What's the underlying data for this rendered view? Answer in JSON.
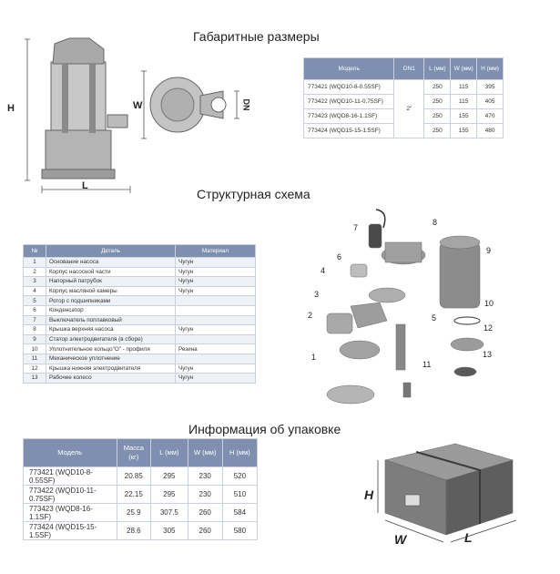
{
  "titles": {
    "dimensions": "Габаритные размеры",
    "structure": "Структурная схема",
    "packaging": "Информация об упаковке"
  },
  "dimension_labels": {
    "h": "H",
    "l": "L",
    "w": "W",
    "dn": "DN"
  },
  "spec_table": {
    "headers": [
      "Модель",
      "DN1",
      "L (мм)",
      "W (мм)",
      "H (мм)"
    ],
    "dn1": "2\"",
    "rows": [
      {
        "model": "773421 (WQD10-8-0.55SF)",
        "l": "250",
        "w": "115",
        "h": "395"
      },
      {
        "model": "773422 (WQD10-11-0.75SF)",
        "l": "250",
        "w": "115",
        "h": "405"
      },
      {
        "model": "773423 (WQD8-16-1.1SF)",
        "l": "250",
        "w": "155",
        "h": "470"
      },
      {
        "model": "773424 (WQD15-15-1.5SF)",
        "l": "250",
        "w": "155",
        "h": "480"
      }
    ]
  },
  "parts_table": {
    "headers": [
      "№",
      "Деталь",
      "Материал"
    ],
    "rows": [
      {
        "n": "1",
        "part": "Основание насоса",
        "mat": "Чугун"
      },
      {
        "n": "2",
        "part": "Корпус насосной части",
        "mat": "Чугун"
      },
      {
        "n": "3",
        "part": "Напорный патрубок",
        "mat": "Чугун"
      },
      {
        "n": "4",
        "part": "Корпус масляной камеры",
        "mat": "Чугун"
      },
      {
        "n": "5",
        "part": "Ротор с подшипниками",
        "mat": ""
      },
      {
        "n": "6",
        "part": "Конденсатор",
        "mat": ""
      },
      {
        "n": "7",
        "part": "Выключатель поплавковый",
        "mat": ""
      },
      {
        "n": "8",
        "part": "Крышка верхняя насоса",
        "mat": "Чугун"
      },
      {
        "n": "9",
        "part": "Статор электродвигателя (в сборе)",
        "mat": ""
      },
      {
        "n": "10",
        "part": "Уплотнительное кольцо\"О\" - профиля",
        "mat": "Резина"
      },
      {
        "n": "11",
        "part": "Механическое уплотнение",
        "mat": ""
      },
      {
        "n": "12",
        "part": "Крышка нижняя электродвигателя",
        "mat": "Чугун"
      },
      {
        "n": "13",
        "part": "Рабочее колесо",
        "mat": "Чугун"
      }
    ]
  },
  "diagram_numbers": [
    "1",
    "2",
    "3",
    "4",
    "5",
    "6",
    "7",
    "8",
    "9",
    "10",
    "11",
    "12",
    "13"
  ],
  "pack_table": {
    "headers": [
      "Модель",
      "Масса (кг)",
      "L (мм)",
      "W (мм)",
      "H (мм)"
    ],
    "rows": [
      {
        "model": "773421 (WQD10-8-0.55SF)",
        "mass": "20.85",
        "l": "295",
        "w": "230",
        "h": "520"
      },
      {
        "model": "773422 (WQD10-11-0.75SF)",
        "mass": "22.15",
        "l": "295",
        "w": "230",
        "h": "510"
      },
      {
        "model": "773423 (WQD8-16-1.1SF)",
        "mass": "25.9",
        "l": "307.5",
        "w": "260",
        "h": "584"
      },
      {
        "model": "773424 (WQD15-15-1.5SF)",
        "mass": "28.6",
        "l": "305",
        "w": "260",
        "h": "580"
      }
    ]
  },
  "box_labels": {
    "h": "H",
    "w": "W",
    "l": "L"
  }
}
